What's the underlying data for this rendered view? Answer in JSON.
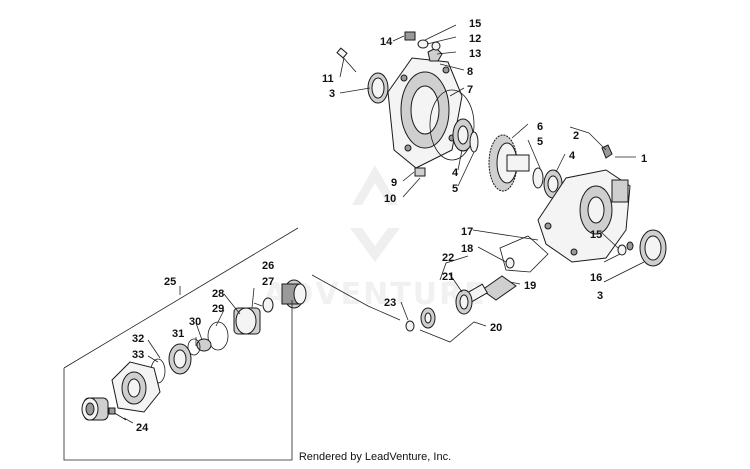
{
  "callouts": {
    "c1": "1",
    "c2": "2",
    "c3a": "3",
    "c3b": "3",
    "c4a": "4",
    "c4b": "4",
    "c5a": "5",
    "c5b": "5",
    "c6": "6",
    "c7": "7",
    "c8": "8",
    "c9": "9",
    "c10": "10",
    "c11": "11",
    "c12": "12",
    "c13": "13",
    "c14": "14",
    "c15a": "15",
    "c15b": "15",
    "c16": "16",
    "c17": "17",
    "c18": "18",
    "c19": "19",
    "c20": "20",
    "c21": "21",
    "c22": "22",
    "c23": "23",
    "c24": "24",
    "c25": "25",
    "c26": "26",
    "c27": "27",
    "c28": "28",
    "c29": "29",
    "c30": "30",
    "c31": "31",
    "c32": "32",
    "c33": "33"
  },
  "watermark": {
    "text": "ADVENTURE"
  },
  "footer": {
    "text": "Rendered by LeadVenture, Inc."
  }
}
